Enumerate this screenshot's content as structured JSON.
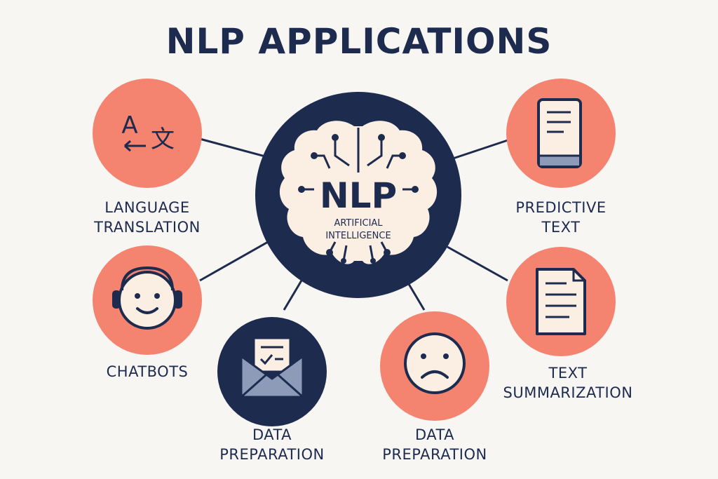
{
  "title": "NLP APPLICATIONS",
  "center": {
    "title": "NLP",
    "subtitle_line1": "ARTIFICIAL",
    "subtitle_line2": "INTELLIGENCE"
  },
  "nodes": [
    {
      "id": "language-translation",
      "icon": "translate-icon",
      "lines": [
        "LANGUAGE",
        "TRANSLATION"
      ]
    },
    {
      "id": "chatbots",
      "icon": "chatbot-face-icon",
      "lines": [
        "CHATBOTS"
      ]
    },
    {
      "id": "data-preparation-1",
      "icon": "envelope-icon",
      "lines": [
        "DATA",
        "PREPARATION"
      ]
    },
    {
      "id": "data-preparation-2",
      "icon": "sad-face-icon",
      "lines": [
        "DATA",
        "PREPARATION"
      ]
    },
    {
      "id": "predictive-text",
      "icon": "phone-icon",
      "lines": [
        "PREDICTIVE",
        "TEXT"
      ]
    },
    {
      "id": "text-summarization",
      "icon": "document-icon",
      "lines": [
        "TEXT",
        "SUMMARIZATION"
      ]
    }
  ],
  "icon_glyphs": {
    "translate_a": "A",
    "translate_b": "文"
  },
  "colors": {
    "coral": "#f4836f",
    "navy": "#1d2b4f",
    "cream": "#fbeee2",
    "background": "#f8f6f3",
    "slate": "#8e9bb8"
  }
}
